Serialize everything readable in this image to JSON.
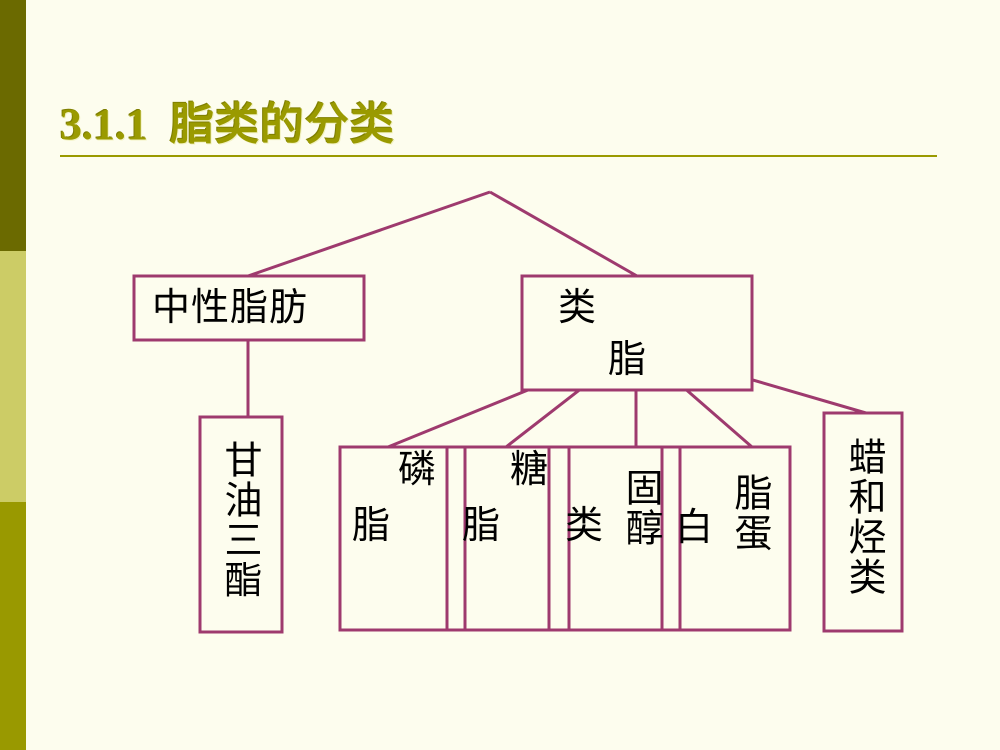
{
  "slide": {
    "background_color": "#fdfdee",
    "title": {
      "number": "3.1.1",
      "text": "脂类的分类",
      "color": "#9a9a00"
    },
    "sidebar": {
      "bands": [
        {
          "name": "band-top",
          "color": "#6b6a00"
        },
        {
          "name": "band-middle",
          "color": "#cccc66"
        },
        {
          "name": "band-bottom",
          "color": "#999900"
        }
      ]
    }
  },
  "diagram": {
    "line_color": "#9e3a6e",
    "box_fill": "#fdfdee",
    "nodes": {
      "neutral_fat": "中性脂肪",
      "lipoid": {
        "line1": "类",
        "line2": "脂"
      },
      "triglyceride": "甘油三酯",
      "phospholipid": {
        "top": "磷",
        "bottom": "脂"
      },
      "glycolipid": {
        "top": "糖",
        "bottom": "脂"
      },
      "sterol": {
        "left": "类",
        "right": "固醇"
      },
      "lipoprotein": {
        "left": "白",
        "right": "脂蛋"
      },
      "wax_hydrocarbon": "蜡和烃类"
    }
  }
}
